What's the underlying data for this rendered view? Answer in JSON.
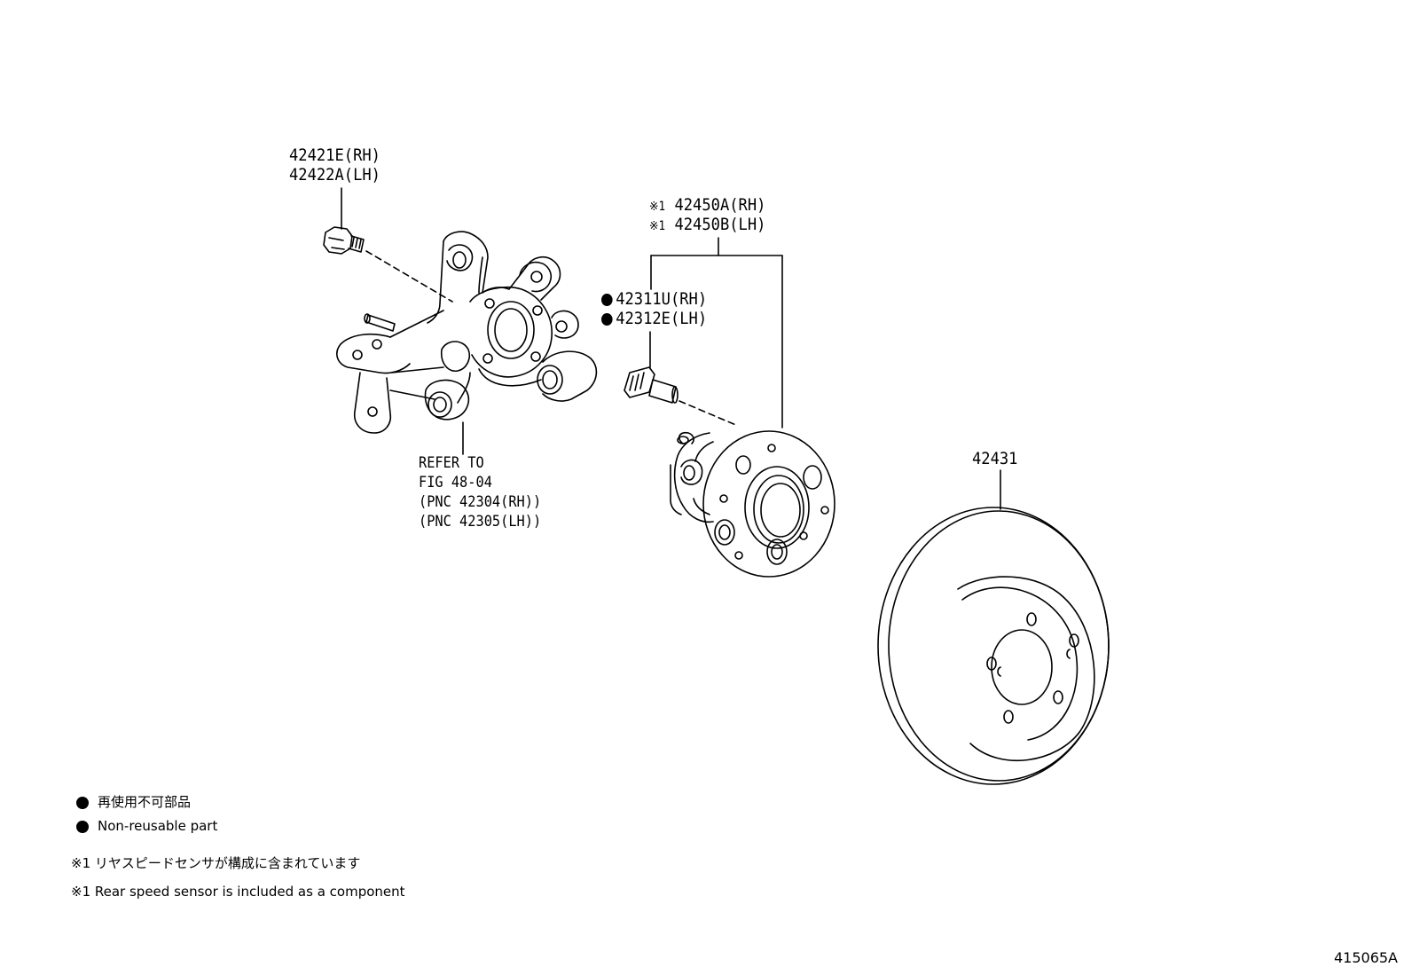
{
  "callouts": {
    "bolt_rh": "42421E(RH)",
    "bolt_lh": "42422A(LH)",
    "hub_rh": "42450A(RH)",
    "hub_lh": "42450B(LH)",
    "hub_mark": "※1",
    "stud_rh": "42311U(RH)",
    "stud_lh": "42312E(LH)",
    "refer_line1": "REFER TO",
    "refer_line2": "FIG 48-04",
    "refer_line3": "(PNC 42304(RH))",
    "refer_line4": "(PNC 42305(LH))",
    "disc": "42431"
  },
  "legend": {
    "non_reusable_jp": "再使用不可部品",
    "non_reusable_en": "Non-reusable part",
    "note_jp": "※1 リヤスピードセンサが構成に含まれています",
    "note_en": "※1 Rear speed sensor is included as a component"
  },
  "figure_id": "415065A"
}
